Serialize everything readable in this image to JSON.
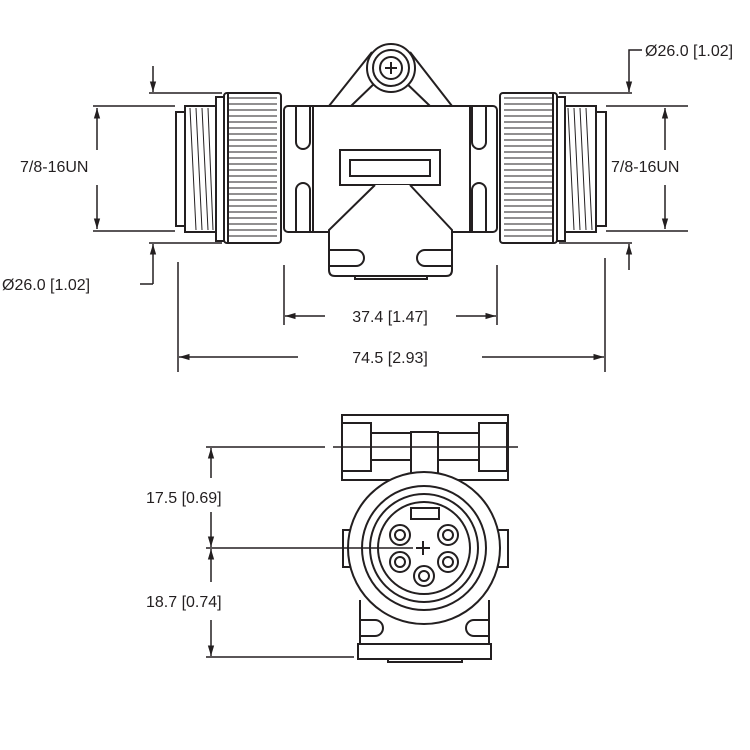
{
  "drawing": {
    "top_view": {
      "left_thread_label": "7/8-16UN",
      "right_thread_label": "7/8-16UN",
      "left_diameter_label": "Ø26.0 [1.02]",
      "right_diameter_label": "Ø26.0 [1.02]",
      "inner_length_label": "37.4 [1.47]",
      "overall_length_label": "74.5 [2.93]"
    },
    "end_view": {
      "upper_height_label": "17.5 [0.69]",
      "lower_height_label": "18.7 [0.74]"
    }
  }
}
